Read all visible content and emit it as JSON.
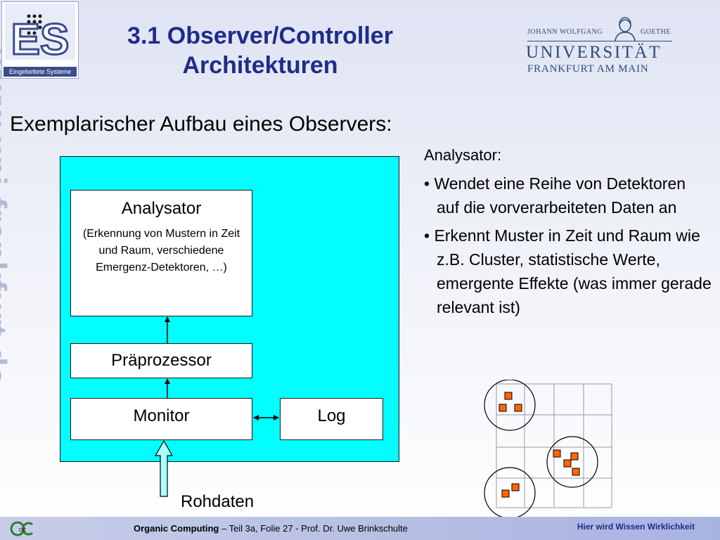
{
  "header": {
    "logo_caption": "Eingebettete Systeme",
    "logo_letters": "ES",
    "title_line1": "3.1 Observer/Controller",
    "title_line2": "Architekturen",
    "university": {
      "top_left": "JOHANN WOLFGANG",
      "top_right": "GOETHE",
      "main": "UNIVERSITÄT",
      "sub": "FRANKFURT AM MAIN"
    }
  },
  "watermark": "www.uni-frankfurt.de",
  "subtitle": "Exemplarischer Aufbau eines Observers:",
  "diagram": {
    "analysator_title": "Analysator",
    "analysator_desc": "(Erkennung von Mustern in Zeit und Raum, verschiedene Emergenz-Detektoren, …)",
    "praeprozessor": "Präprozessor",
    "monitor": "Monitor",
    "log": "Log",
    "input_label": "Rohdaten"
  },
  "right": {
    "heading": "Analysator:",
    "bullets": [
      "• Wendet eine Reihe von Detektoren auf die vorverarbeiteten Daten an",
      "• Erkennt Muster in Zeit und Raum wie z.B. Cluster, statistische Werte, emergente Effekte (was immer gerade relevant ist)"
    ]
  },
  "footer": {
    "course": "Organic Computing",
    "rest": " – Teil 3a, Folie 27 -  Prof. Dr. Uwe Brinkschulte",
    "slogan": "Hier wird Wissen Wirklichkeit",
    "logo_text": "OC"
  },
  "colors": {
    "title": "#1f2c8a",
    "diagram_bg": "#00ffff",
    "agent_fill": "#ff6600",
    "footer_bg": "#a9b3e0"
  }
}
